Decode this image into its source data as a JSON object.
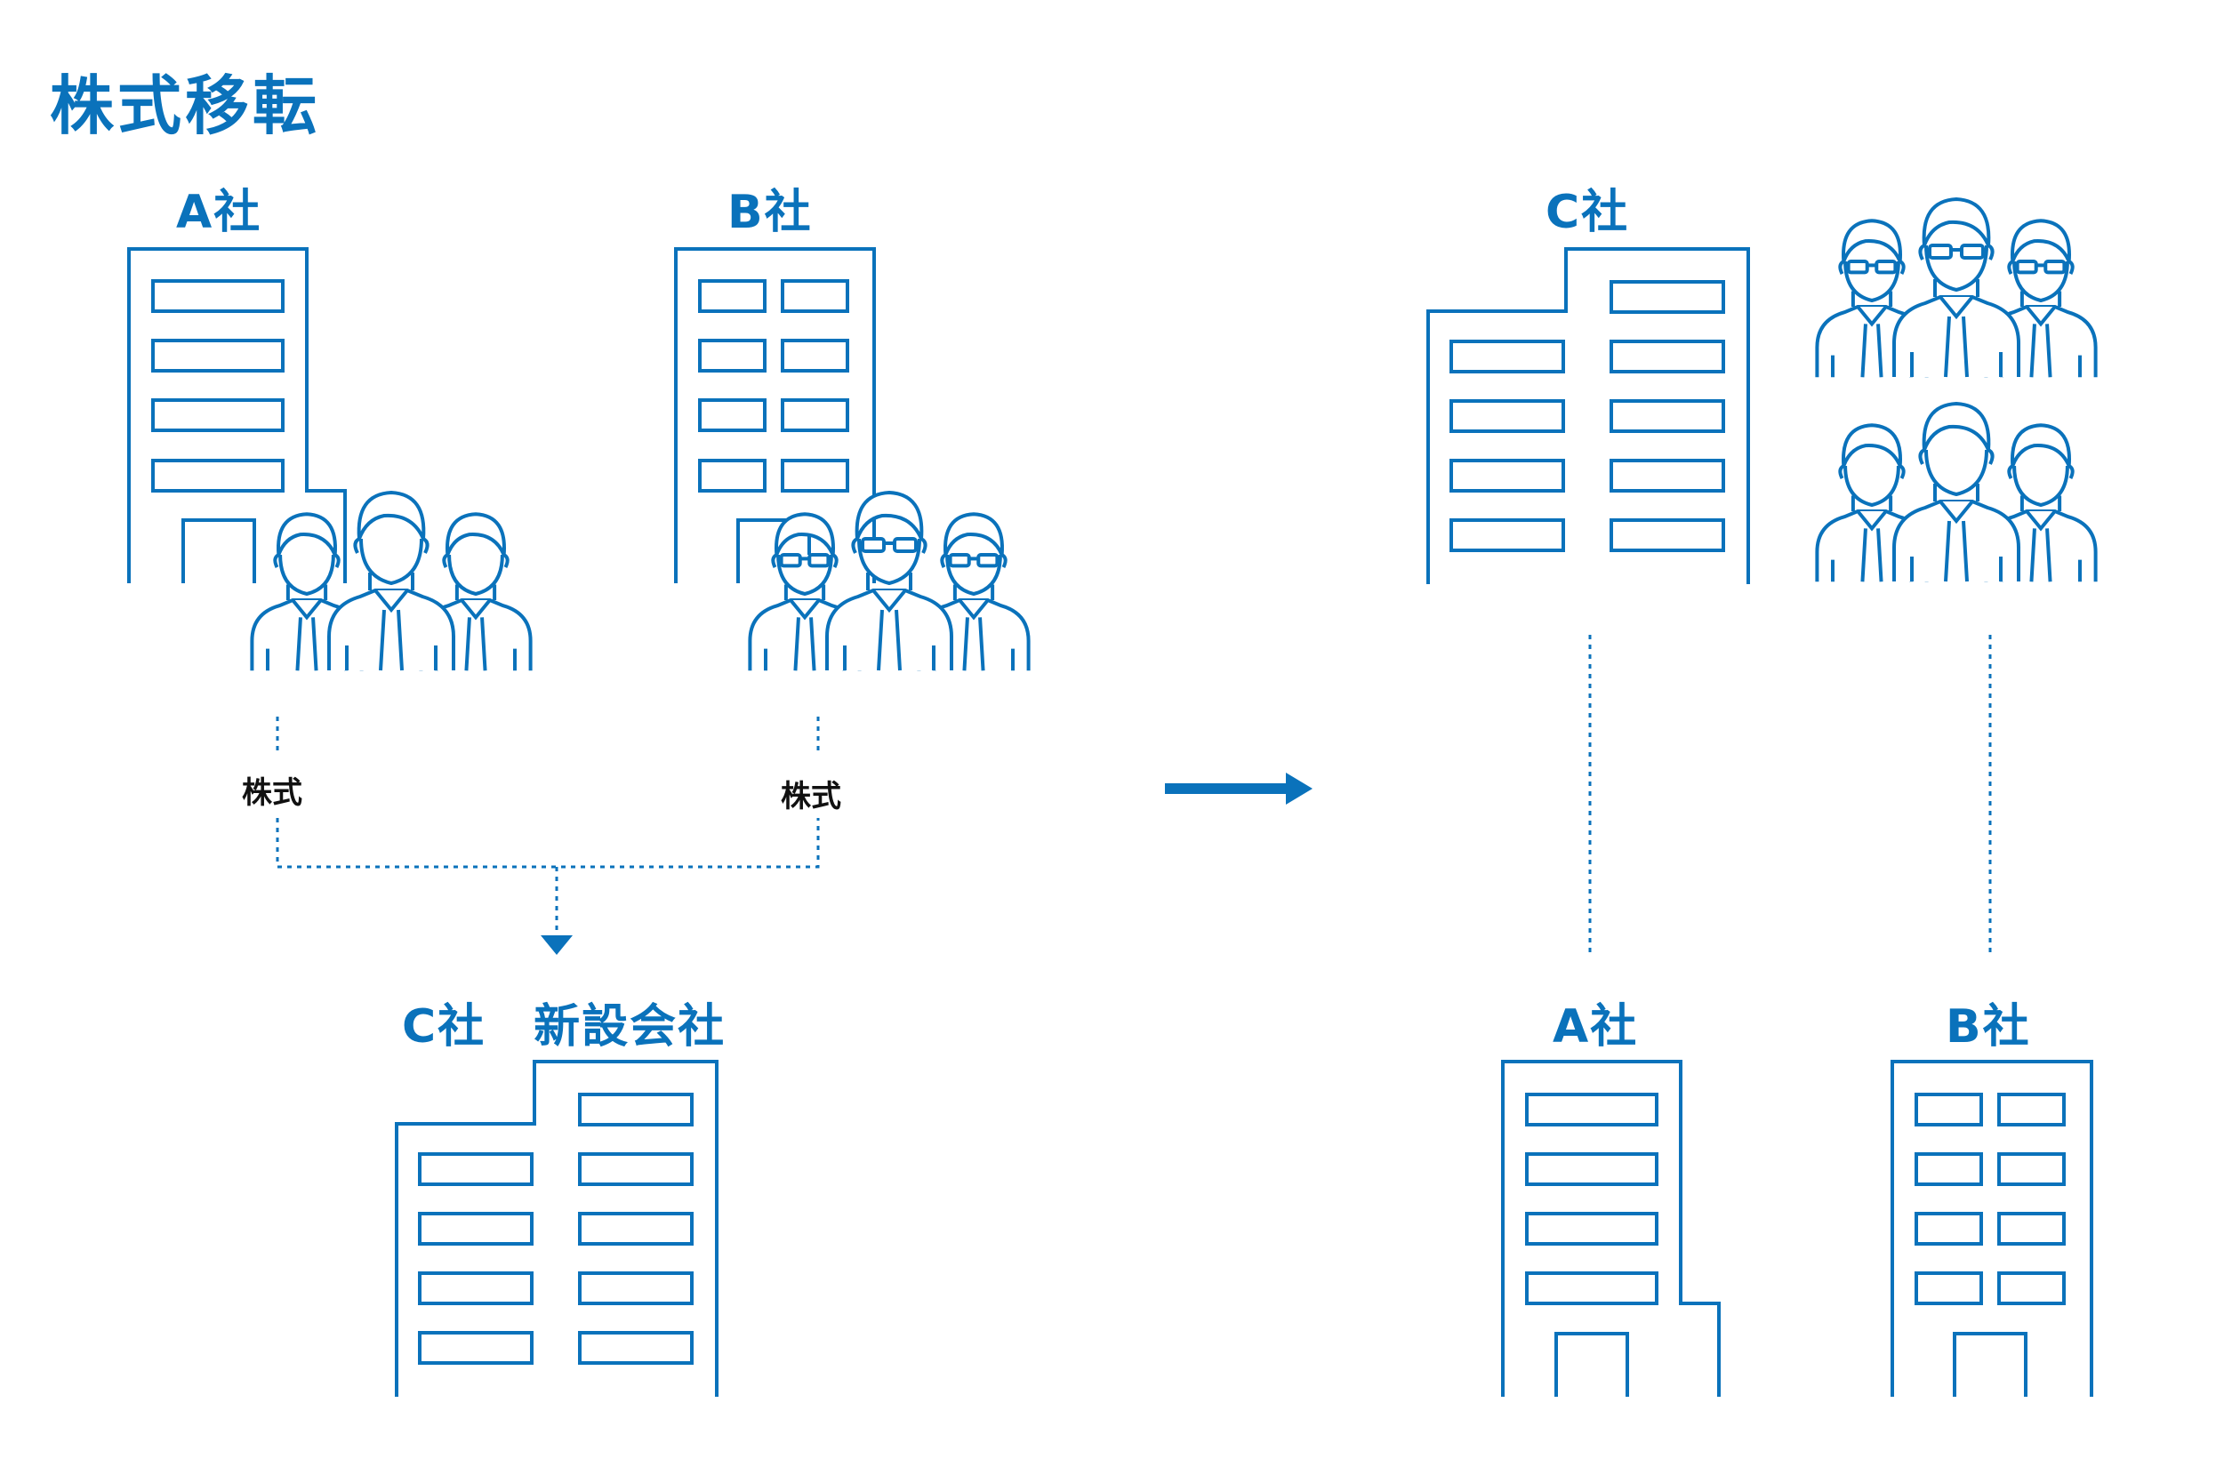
{
  "title": "株式移転",
  "labels": {
    "before_a": "A社",
    "before_b": "B社",
    "new_company": "C社　新設会社",
    "after_c": "C社",
    "after_a": "A社",
    "after_b": "B社"
  },
  "shares": {
    "left": "株式",
    "right": "株式"
  },
  "colors": {
    "accent": "#0a72bb",
    "text": "#111111",
    "background": "#ffffff"
  },
  "icons": {
    "building": "office-building-icon",
    "people": "business-people-icon",
    "arrow": "right-arrow-icon"
  }
}
